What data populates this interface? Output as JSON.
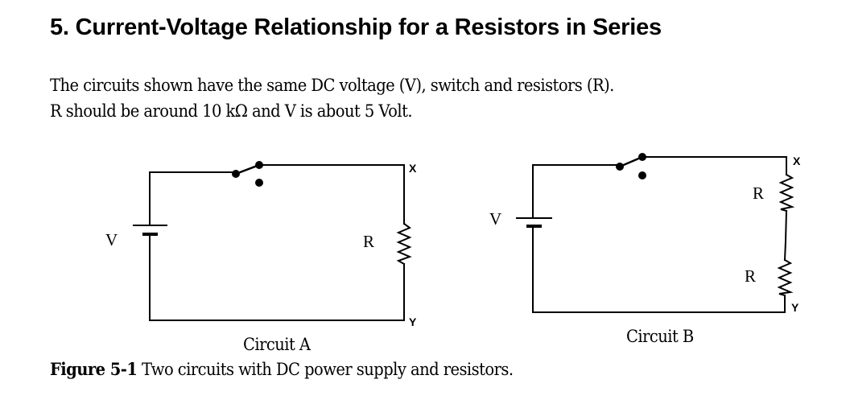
{
  "heading": "5. Current-Voltage Relationship for a Resistors in Series",
  "intro": {
    "line1": "The circuits shown have the same DC voltage (V), switch and resistors (R).",
    "line2": "R should be around 10 kΩ and V is about 5 Volt."
  },
  "circuit_a": {
    "title": "Circuit A",
    "voltage_label": "V",
    "resistor_label": "R",
    "node_top": "X",
    "node_bottom": "Y"
  },
  "circuit_b": {
    "title": "Circuit B",
    "voltage_label": "V",
    "resistor1_label": "R",
    "resistor2_label": "R",
    "node_top": "X",
    "node_bottom": "Y"
  },
  "figure": {
    "number": "Figure 5-1",
    "caption": " Two circuits with DC power supply and resistors."
  }
}
